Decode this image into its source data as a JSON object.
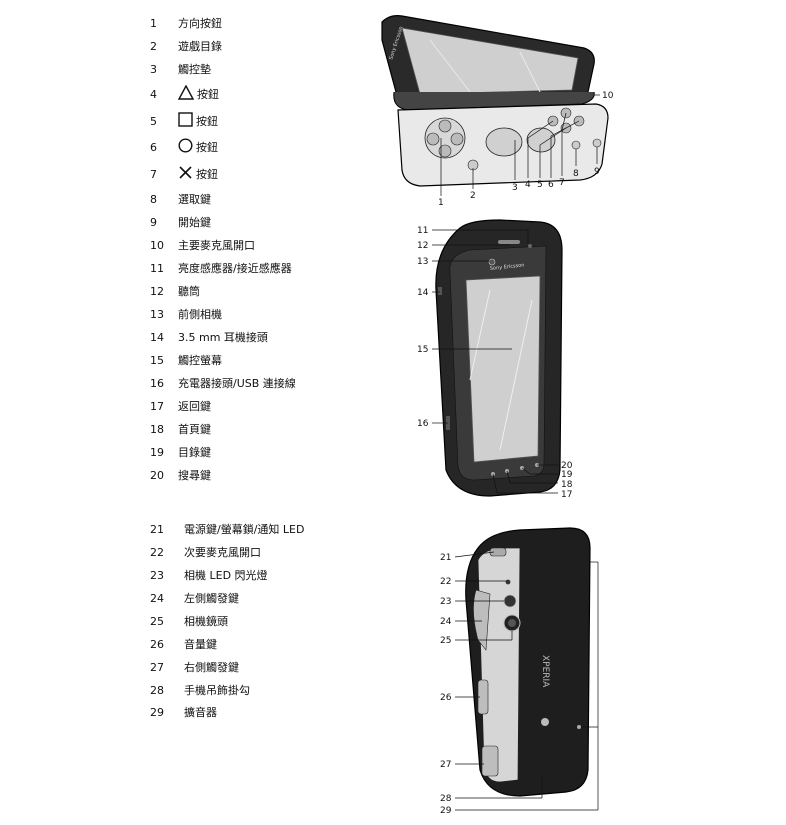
{
  "legend_top": [
    {
      "num": "1",
      "label": "方向按鈕"
    },
    {
      "num": "2",
      "label": "遊戲目錄"
    },
    {
      "num": "3",
      "label": "觸控墊"
    },
    {
      "num": "4",
      "label": "按鈕",
      "symbol": "triangle"
    },
    {
      "num": "5",
      "label": "按鈕",
      "symbol": "square"
    },
    {
      "num": "6",
      "label": "按鈕",
      "symbol": "circle"
    },
    {
      "num": "7",
      "label": "按鈕",
      "symbol": "cross"
    },
    {
      "num": "8",
      "label": "選取鍵"
    },
    {
      "num": "9",
      "label": "開始鍵"
    },
    {
      "num": "10",
      "label": "主要麥克風開口"
    },
    {
      "num": "11",
      "label": "亮度感應器/接近感應器"
    },
    {
      "num": "12",
      "label": "聽筒"
    },
    {
      "num": "13",
      "label": "前側相機"
    },
    {
      "num": "14",
      "label": "3.5 mm 耳機接頭"
    },
    {
      "num": "15",
      "label": "觸控螢幕"
    },
    {
      "num": "16",
      "label": "充電器接頭/USB 連接線"
    },
    {
      "num": "17",
      "label": "返回鍵"
    },
    {
      "num": "18",
      "label": "首頁鍵"
    },
    {
      "num": "19",
      "label": "目錄鍵"
    },
    {
      "num": "20",
      "label": "搜尋鍵"
    }
  ],
  "legend_bottom": [
    {
      "num": "21",
      "label": "電源鍵/螢幕鎖/通知 LED"
    },
    {
      "num": "22",
      "label": "次要麥克風開口"
    },
    {
      "num": "23",
      "label": "相機 LED 閃光燈"
    },
    {
      "num": "24",
      "label": "左側觸發鍵"
    },
    {
      "num": "25",
      "label": "相機鏡頭"
    },
    {
      "num": "26",
      "label": "音量鍵"
    },
    {
      "num": "27",
      "label": "右側觸發鍵"
    },
    {
      "num": "28",
      "label": "手機吊飾掛勾"
    },
    {
      "num": "29",
      "label": "擴音器"
    }
  ],
  "figure_texts": {
    "brand_front": "Sony Ericsson",
    "brand_slide": "Sony Ericsson",
    "brand_back": "XPERIA"
  },
  "callouts_top": [
    "1",
    "2",
    "3",
    "4",
    "5",
    "6",
    "7",
    "8",
    "9",
    "10"
  ],
  "callouts_mid": [
    "11",
    "12",
    "13",
    "14",
    "15",
    "16",
    "17",
    "18",
    "19",
    "20"
  ],
  "callouts_bottom": [
    "21",
    "22",
    "23",
    "24",
    "25",
    "26",
    "27",
    "28",
    "29"
  ]
}
